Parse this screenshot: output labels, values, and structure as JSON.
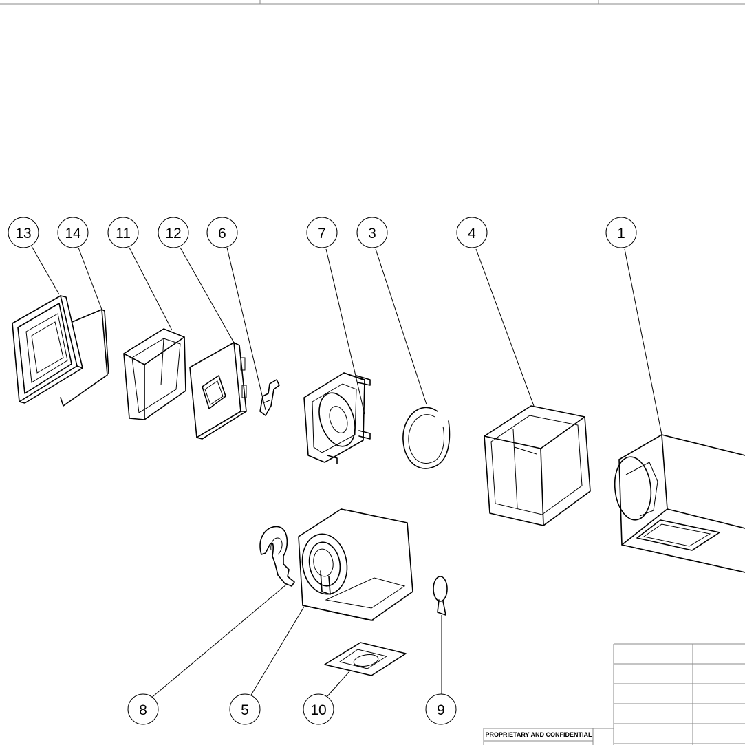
{
  "balloons": [
    "13",
    "14",
    "11",
    "12",
    "6",
    "7",
    "3",
    "4",
    "1",
    "8",
    "5",
    "10",
    "9"
  ],
  "title_block": {
    "proprietary_label": "PROPRIETARY AND CONFIDENTIAL"
  },
  "colors": {
    "line": "#000000",
    "frame": "#8a8a8a",
    "background": "#ffffff"
  }
}
